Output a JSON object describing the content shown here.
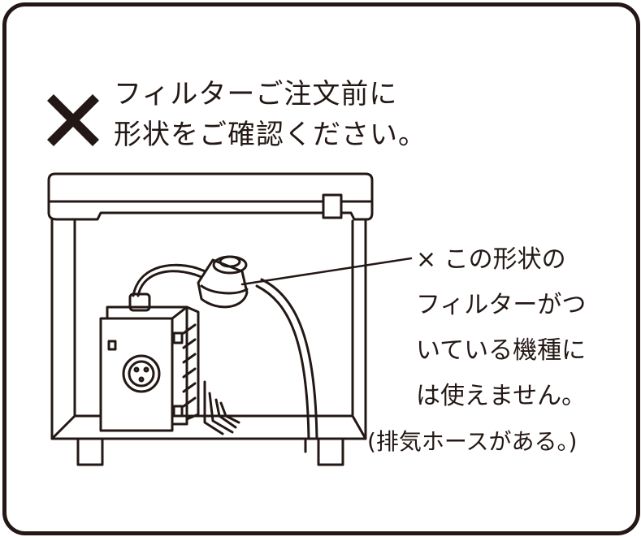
{
  "heading": {
    "line1": "フィルターご注文前に",
    "line2": "形状をご確認ください。",
    "cross_icon": "x-mark-icon"
  },
  "annotation": {
    "line1": "× この形状の",
    "line2": "フィルターがつ",
    "line3": "いている機種に",
    "line4": "は使えません。",
    "line5": "(排気ホースがある。)"
  },
  "colors": {
    "ink": "#231815",
    "background": "#ffffff"
  }
}
